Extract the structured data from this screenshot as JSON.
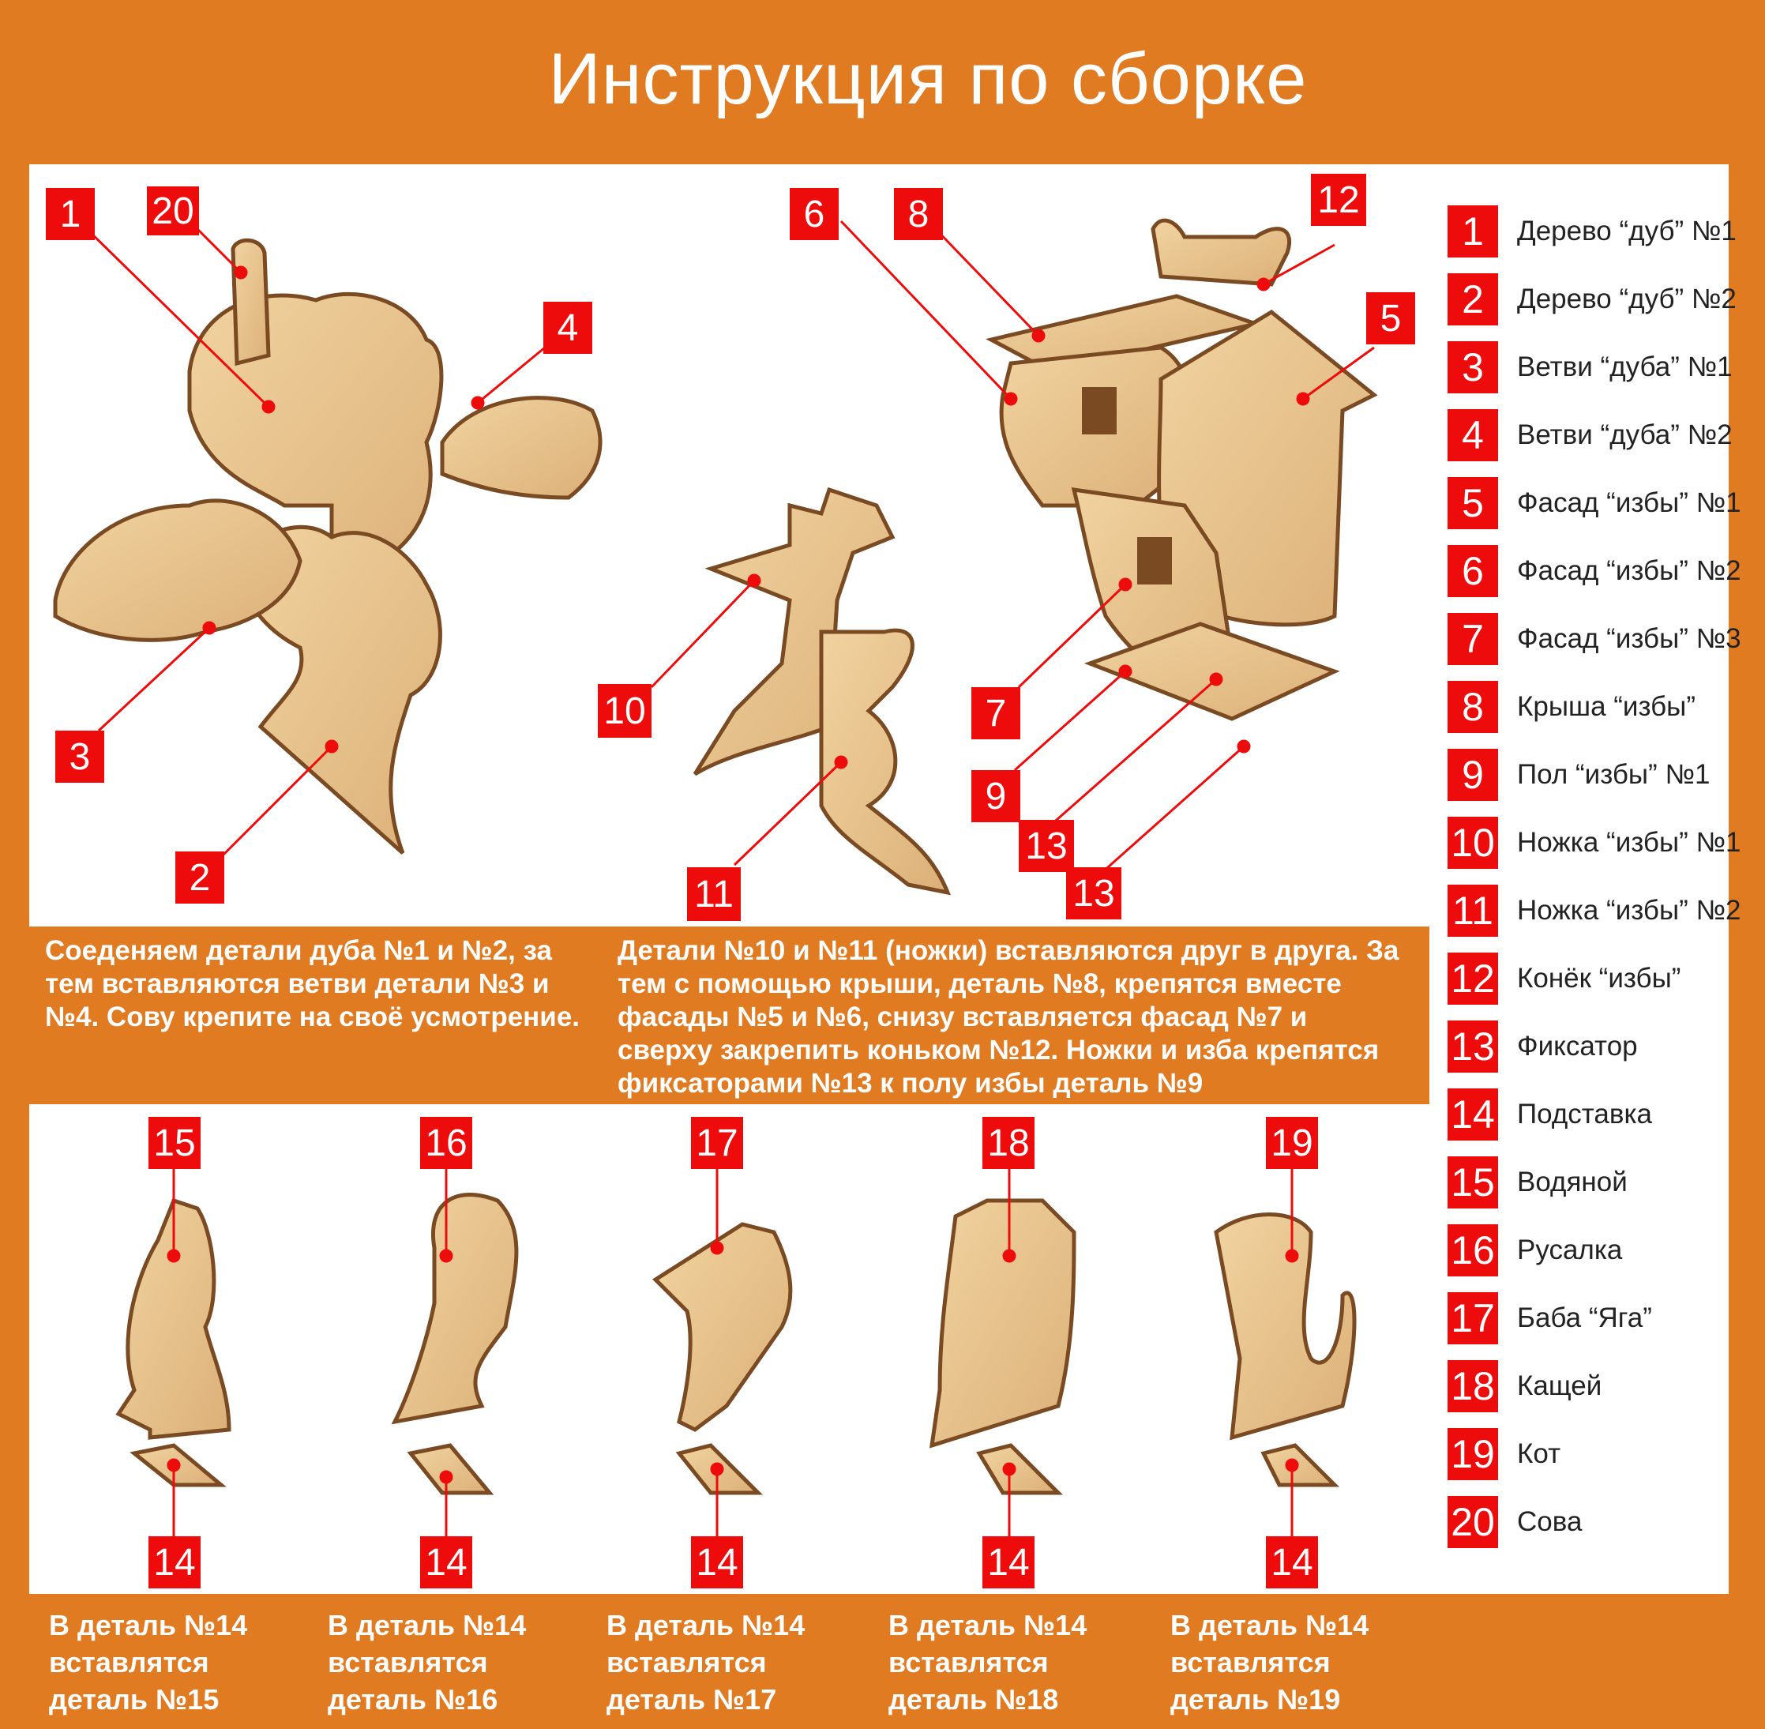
{
  "title": "Инструкция по сборке",
  "descriptions": {
    "oak": "Соеденяем детали дуба №1 и №2, за тем вставляются ветви детали №3 и №4. Сову крепите на своё усмотрение.",
    "hut": "Детали №10 и №11 (ножки) вставляются друг в друга. За тем с помощью крыши, деталь №8, крепятся вместе фасады №5 и №6, снизу вставляется фасад №7 и сверху закрепить коньком №12. Ножки и изба крепятся фиксаторами №13 к полу избы деталь №9"
  },
  "callouts": {
    "c1": "1",
    "c20": "20",
    "c4": "4",
    "c3": "3",
    "c2": "2",
    "c10": "10",
    "c11": "11",
    "c6": "6",
    "c8": "8",
    "c12": "12",
    "c5": "5",
    "c7": "7",
    "c9": "9",
    "c13a": "13",
    "c13b": "13",
    "c15": "15",
    "c16": "16",
    "c17": "17",
    "c18": "18",
    "c19": "19",
    "c14a": "14",
    "c14b": "14",
    "c14c": "14",
    "c14d": "14",
    "c14e": "14"
  },
  "legend": [
    {
      "num": "1",
      "label": "Дерево “дуб” №1"
    },
    {
      "num": "2",
      "label": "Дерево “дуб” №2"
    },
    {
      "num": "3",
      "label": "Ветви “дуба” №1"
    },
    {
      "num": "4",
      "label": "Ветви “дуба” №2"
    },
    {
      "num": "5",
      "label": "Фасад “избы” №1"
    },
    {
      "num": "6",
      "label": "Фасад “избы” №2"
    },
    {
      "num": "7",
      "label": "Фасад “избы” №3"
    },
    {
      "num": "8",
      "label": "Крыша “избы”"
    },
    {
      "num": "9",
      "label": "Пол “избы” №1"
    },
    {
      "num": "10",
      "label": "Ножка “избы” №1"
    },
    {
      "num": "11",
      "label": "Ножка “избы” №2"
    },
    {
      "num": "12",
      "label": "Конёк “избы”"
    },
    {
      "num": "13",
      "label": "Фиксатор"
    },
    {
      "num": "14",
      "label": "Подставка"
    },
    {
      "num": "15",
      "label": "Водяной"
    },
    {
      "num": "16",
      "label": "Русалка"
    },
    {
      "num": "17",
      "label": "Баба “Яга”"
    },
    {
      "num": "18",
      "label": "Кащей"
    },
    {
      "num": "19",
      "label": "Кот"
    },
    {
      "num": "20",
      "label": "Сова"
    }
  ],
  "captions": {
    "c15": [
      "В деталь №14",
      "вставлятся",
      "деталь №15"
    ],
    "c16": [
      "В деталь №14",
      "вставлятся",
      "деталь №16"
    ],
    "c17": [
      "В деталь №14",
      "вставлятся",
      "деталь №17"
    ],
    "c18": [
      "В деталь №14",
      "вставлятся",
      "деталь №18"
    ],
    "c19": [
      "В деталь №14",
      "вставлятся",
      "деталь №19"
    ]
  },
  "colors": {
    "accent_orange": "#e07b22",
    "callout_red": "#ee0b0b",
    "wood": "#e8c48c",
    "wood_edge": "#7a4a22"
  }
}
